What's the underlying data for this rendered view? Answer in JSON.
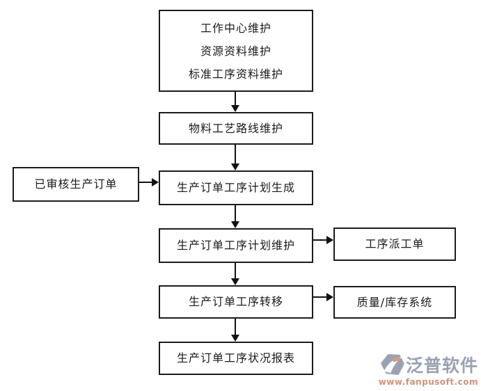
{
  "diagram": {
    "boxes": {
      "master_data": {
        "lines": [
          "工作中心维护",
          "资源资料维护",
          "标准工序资料维护"
        ]
      },
      "routing": {
        "label": "物料工艺路线维护"
      },
      "approved_order": {
        "label": "已审核生产订单"
      },
      "plan_generate": {
        "label": "生产订单工序计划生成"
      },
      "plan_maintain": {
        "label": "生产订单工序计划维护"
      },
      "dispatch": {
        "label": "工序派工单"
      },
      "transfer": {
        "label": "生产订单工序转移"
      },
      "quality_inventory": {
        "label": "质量/库存系统"
      },
      "status_report": {
        "label": "生产订单工序状况报表"
      }
    },
    "colors": {
      "box_border": "#1c1c1c",
      "arrow": "#111111",
      "background": "#ffffff"
    }
  },
  "watermark": {
    "brand": "泛普软件",
    "url": "www.fanpusoft.com",
    "brand_color": "#99a1b3",
    "url_color": "#d4907b",
    "logo_icon": "fanpu-gem-icon"
  }
}
